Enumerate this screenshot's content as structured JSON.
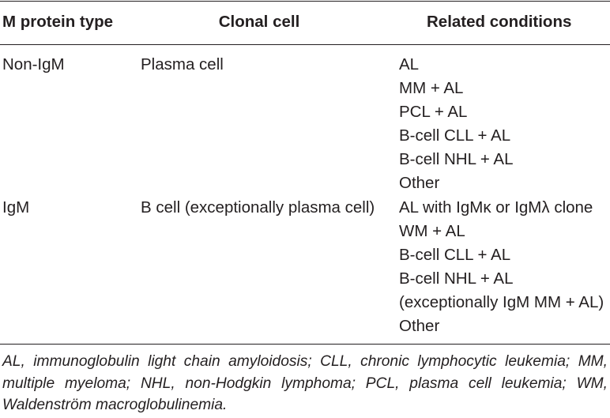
{
  "table": {
    "headers": {
      "m_protein_type": "M protein type",
      "clonal_cell": "Clonal cell",
      "related_conditions": "Related conditions"
    },
    "rows": [
      {
        "m_protein_type": "Non-IgM",
        "clonal_cell": "Plasma cell",
        "related_conditions": [
          "AL",
          "MM + AL",
          "PCL + AL",
          "B-cell CLL + AL",
          "B-cell NHL + AL",
          "Other"
        ]
      },
      {
        "m_protein_type": "IgM",
        "clonal_cell": "B cell (exceptionally plasma cell)",
        "related_conditions": [
          "AL with IgMκ or IgMλ clone",
          "WM + AL",
          "B-cell CLL + AL",
          "B-cell NHL + AL",
          "(exceptionally IgM MM + AL)",
          "Other"
        ]
      }
    ]
  },
  "footnote": "AL, immunoglobulin light chain amyloidosis; CLL, chronic lymphocytic leukemia; MM, multiple myeloma; NHL, non-Hodgkin lymphoma; PCL, plasma cell leukemia; WM, Waldenström macroglobulinemia."
}
